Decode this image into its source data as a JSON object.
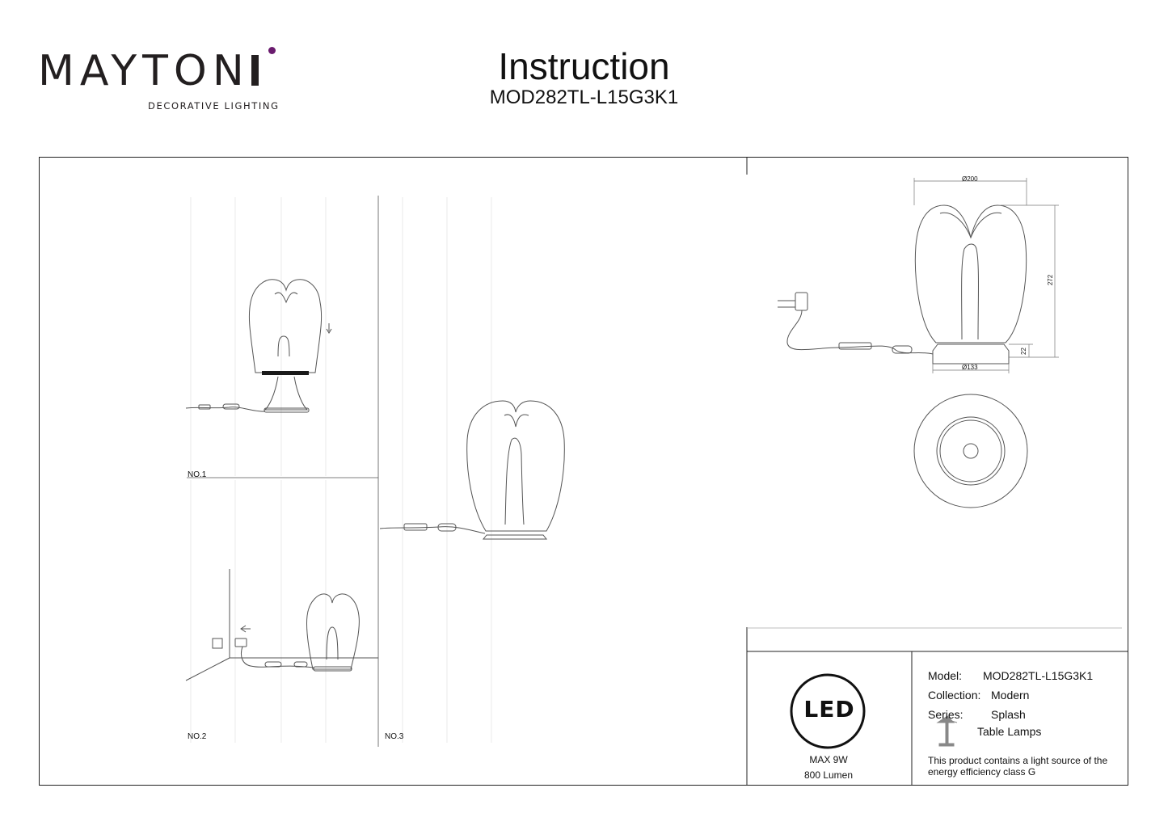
{
  "brand": {
    "name": "MAYTON",
    "subtitle": "DECORATIVE LIGHTING",
    "dot_color": "#6a1b6e"
  },
  "header": {
    "title": "Instruction",
    "model": "MOD282TL-L15G3K1"
  },
  "steps": {
    "step1": "NO.1",
    "step2": "NO.2",
    "step3": "NO.3"
  },
  "dimensions": {
    "width_top": "Ø200",
    "height": "272",
    "base_height": "22",
    "base_diameter": "Ø133"
  },
  "spec": {
    "led_badge": "LED",
    "power": "MAX 9W",
    "lumen": "800 Lumen",
    "model_label": "Model:",
    "model_value": "MOD282TL-L15G3K1",
    "collection_label": "Collection:",
    "collection_value": "Modern",
    "series_label": "Series:",
    "series_value": "Splash",
    "category": "Table Lamps",
    "category_icon": "table-lamp-icon",
    "energy_note_line1": "This product contains a light source of the",
    "energy_note_line2": "energy efficiency class G"
  }
}
